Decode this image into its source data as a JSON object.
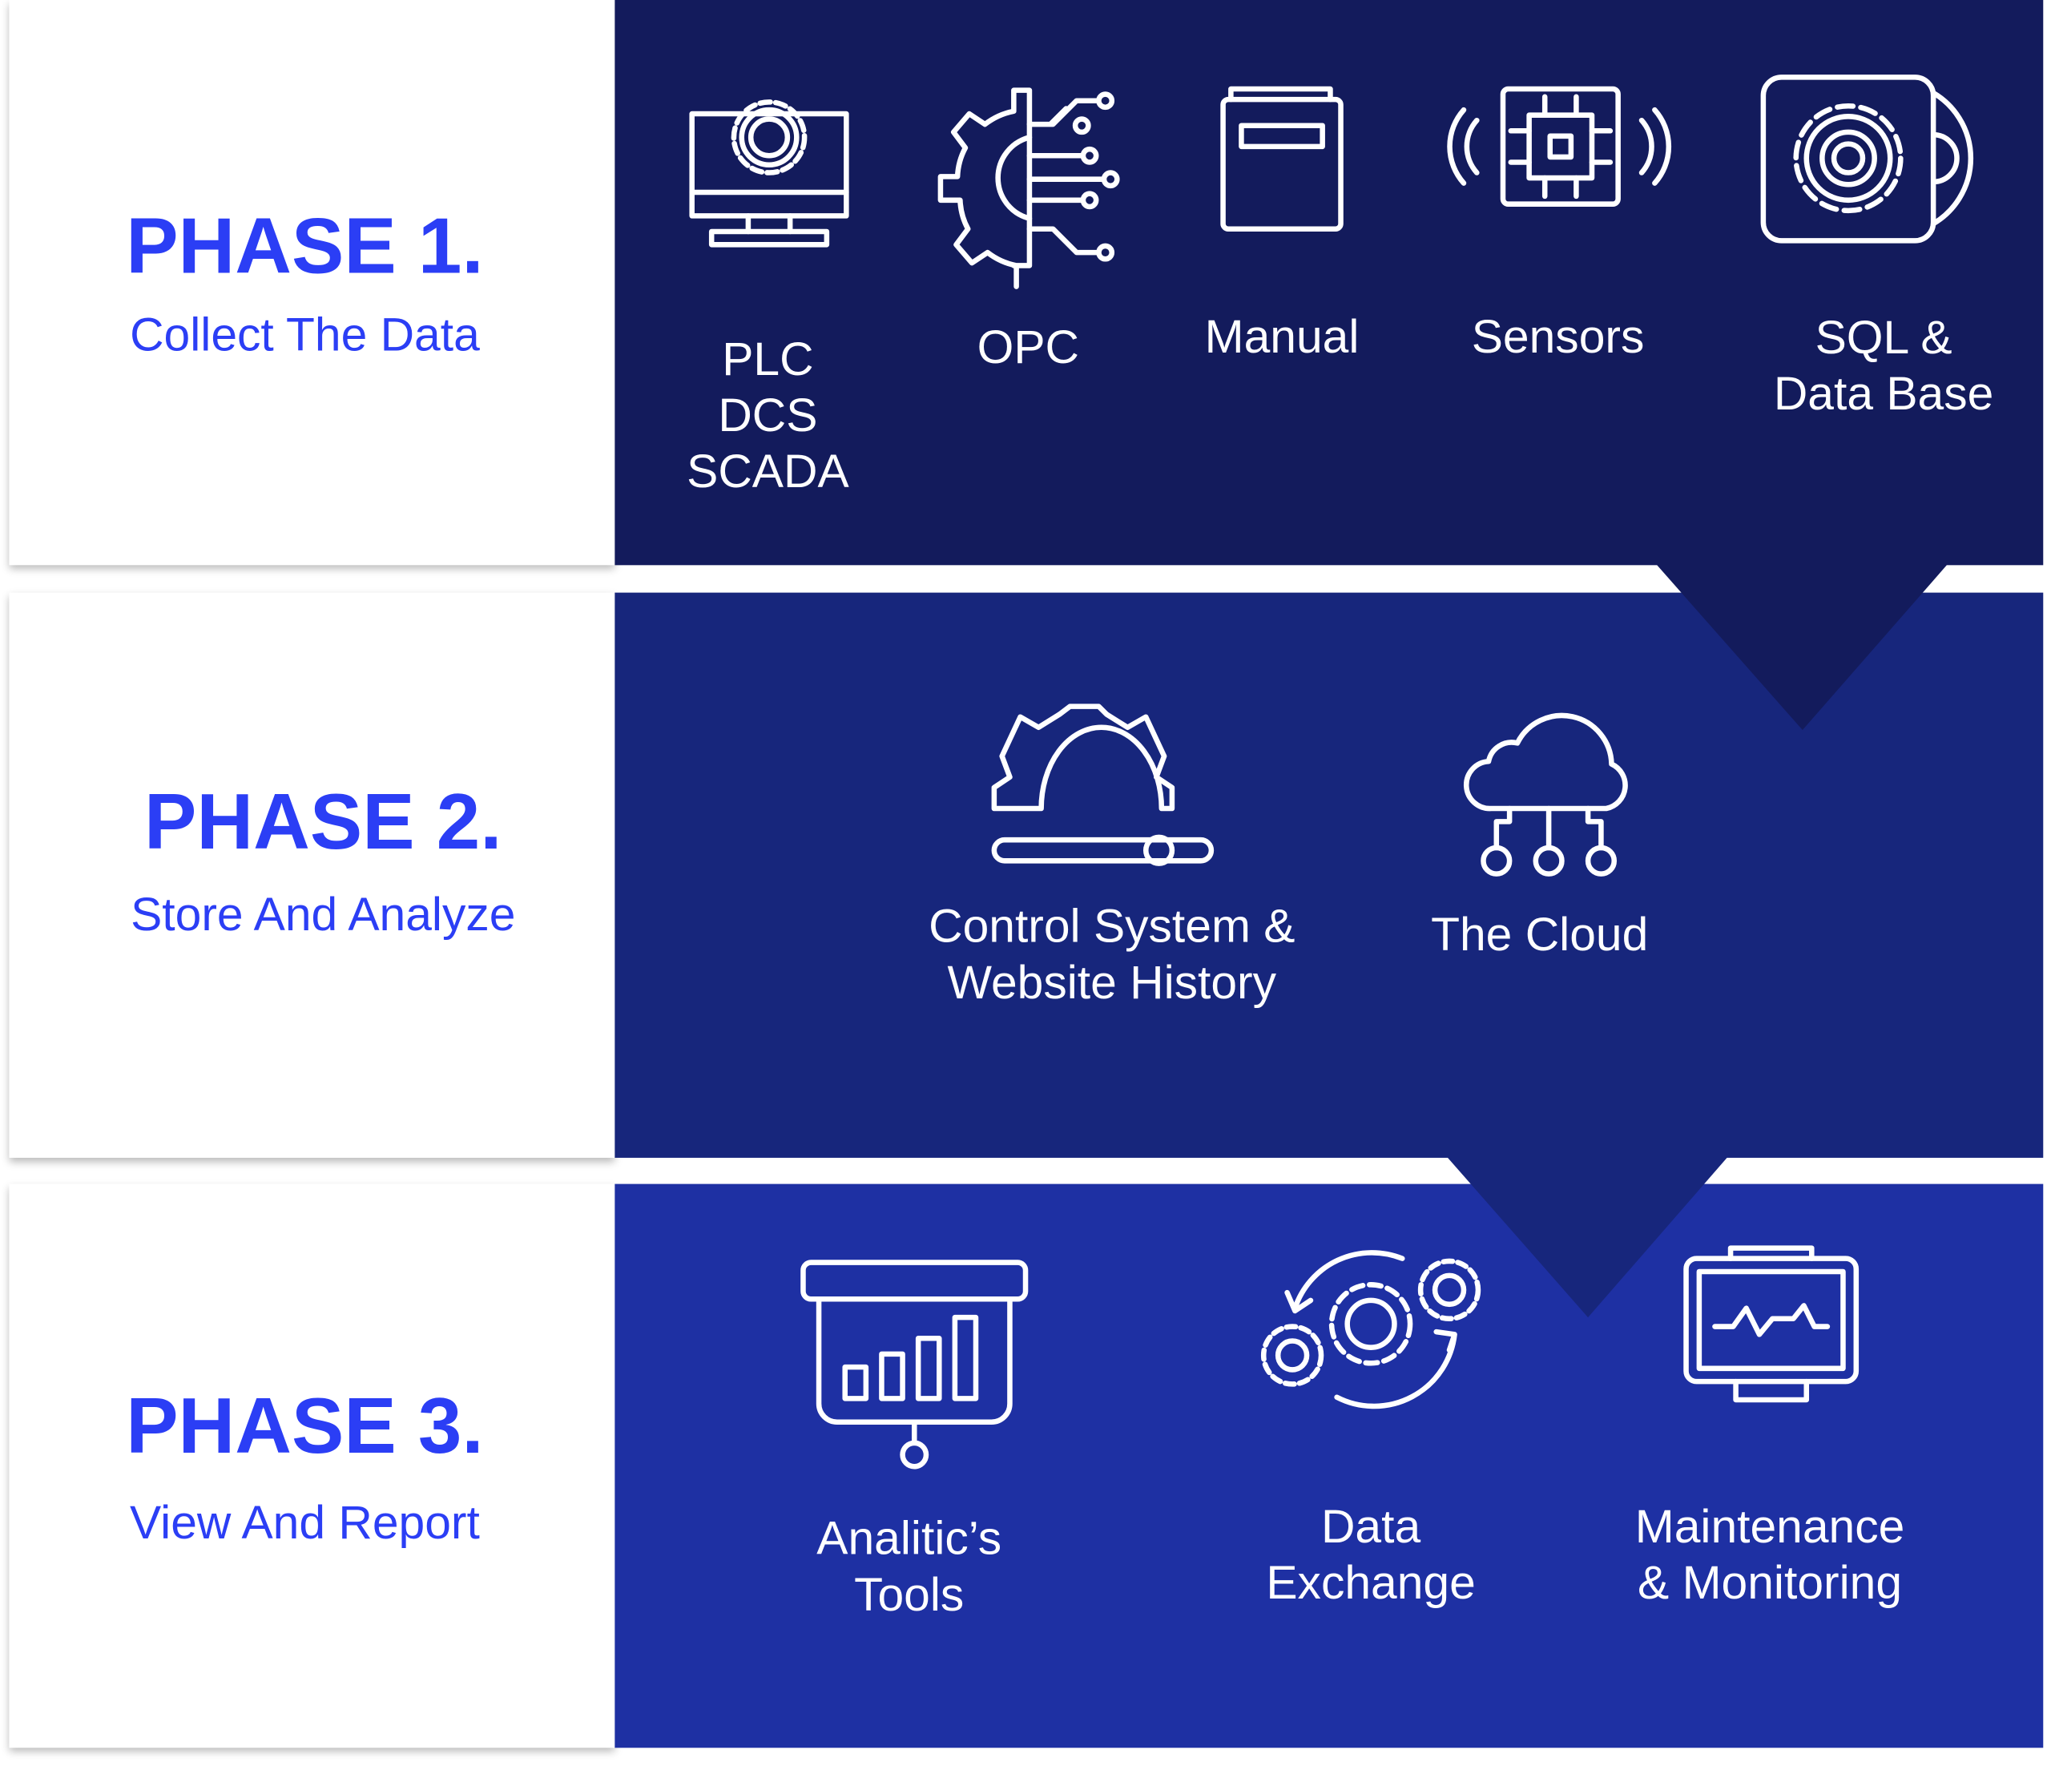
{
  "colors": {
    "phase1": "#131b5c",
    "phase2": "#17267c",
    "phase3": "#1e30a3",
    "accent": "#2b3ef5",
    "icon": "#ffffff"
  },
  "phases": [
    {
      "title": "PHASE 1.",
      "subtitle": "Collect The Data",
      "items": [
        {
          "icon": "monitor-gear-icon",
          "lines": [
            "PLC",
            "DCS",
            "SCADA"
          ]
        },
        {
          "icon": "gear-circuit-icon",
          "lines": [
            "OPC"
          ]
        },
        {
          "icon": "book-icon",
          "lines": [
            "Manual"
          ]
        },
        {
          "icon": "chip-signal-icon",
          "lines": [
            "Sensors"
          ]
        },
        {
          "icon": "gear-disk-database-icon",
          "lines": [
            "SQL &",
            "Data Base"
          ]
        }
      ]
    },
    {
      "title": "PHASE 2.",
      "subtitle": "Store And Analyze",
      "items": [
        {
          "icon": "gear-slider-icon",
          "lines": [
            "Control System &",
            "Website History"
          ]
        },
        {
          "icon": "cloud-network-icon",
          "lines": [
            "The Cloud"
          ]
        }
      ]
    },
    {
      "title": "PHASE 3.",
      "subtitle": "View And Report",
      "items": [
        {
          "icon": "presentation-chart-icon",
          "lines": [
            "Analitic’s",
            "Tools"
          ]
        },
        {
          "icon": "gears-exchange-icon",
          "lines": [
            "Data",
            "Exchange"
          ]
        },
        {
          "icon": "monitor-pulse-icon",
          "lines": [
            "Maintenance",
            "& Monitoring"
          ]
        }
      ]
    }
  ]
}
